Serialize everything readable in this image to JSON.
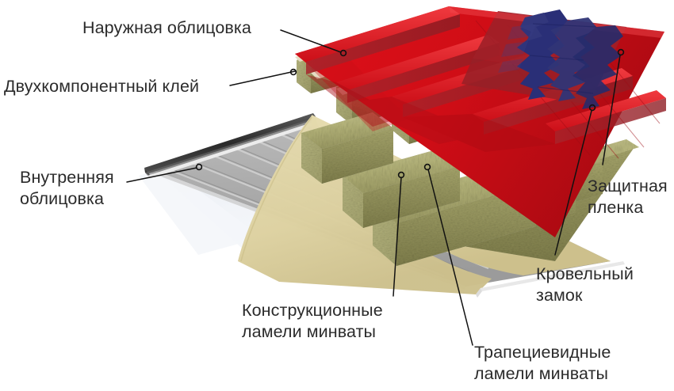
{
  "diagram": {
    "title": "Sandwich panel cross-section",
    "language": "ru",
    "background": "#ffffff",
    "text_color": "#2b2b2b",
    "labels": [
      {
        "id": "outer_cladding",
        "text": "Наружная облицовка",
        "lines": [
          "Наружная облицовка"
        ]
      },
      {
        "id": "two_component_glue",
        "text": "Двухкомпонентный клей",
        "lines": [
          "Двухкомпонентный клей"
        ]
      },
      {
        "id": "inner_cladding",
        "text": "Внутренняя облицовка",
        "lines": [
          "Внутренняя",
          "облицовка"
        ]
      },
      {
        "id": "protective_film",
        "text": "Защитная пленка",
        "lines": [
          "Защитная",
          "пленка"
        ]
      },
      {
        "id": "roof_lock",
        "text": "Кровельный замок",
        "lines": [
          "Кровельный",
          "замок"
        ]
      },
      {
        "id": "structural_lamellae",
        "text": "Конструкционные ламели минваты",
        "lines": [
          "Конструкционные",
          "ламели минваты"
        ]
      },
      {
        "id": "trapezoid_lamellae",
        "text": "Трапециевидные ламели минваты",
        "lines": [
          "Трапециевидные",
          "ламели минваты"
        ]
      }
    ],
    "materials": {
      "outer_steel_red": "#d5121c",
      "outer_steel_red_dark": "#9e2129",
      "outer_steel_red_shadow": "#b00d16",
      "protective_film_blue": "#2a2f77",
      "mineral_wool_light": "#c0bf86",
      "mineral_wool_mid": "#a3a265",
      "mineral_wool_dark": "#7d7c4a",
      "adhesive_beige": "#ddd1a0",
      "inner_steel_grey": "#a9a9a9",
      "inner_steel_grey_light": "#c6c6c6",
      "edge_white": "#f2f2f2",
      "leader_line": "#111111"
    }
  }
}
